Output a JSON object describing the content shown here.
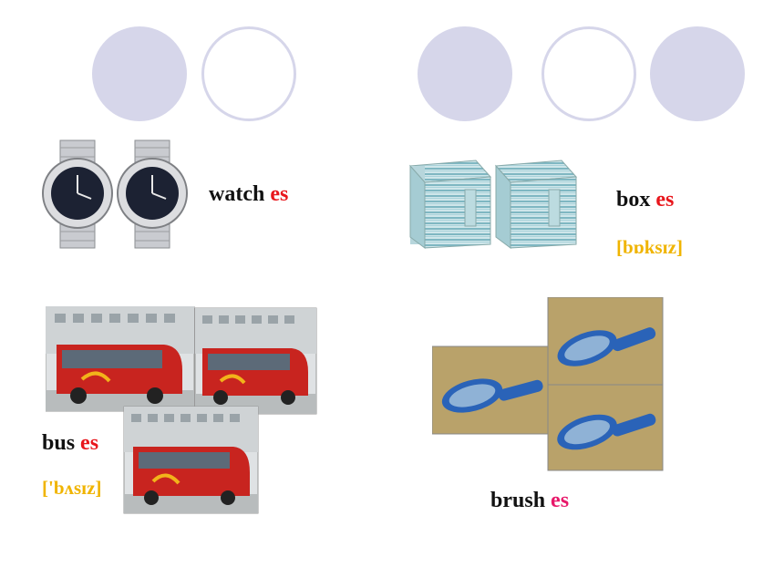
{
  "words": {
    "watch": {
      "base": "watch",
      "suffix": "es"
    },
    "box": {
      "base": "box",
      "suffix": "es",
      "phonetic": "[bɒksɪz]"
    },
    "bus": {
      "base": "bus",
      "suffix": "es",
      "phonetic": "['bʌsɪz]"
    },
    "brush": {
      "base": "brush",
      "suffix": "es"
    }
  },
  "colors": {
    "circle": "#d6d6ea",
    "suffix_red": "#e8161c",
    "suffix_pink": "#e8186a",
    "phonetic": "#f0b400",
    "text": "#111111"
  }
}
